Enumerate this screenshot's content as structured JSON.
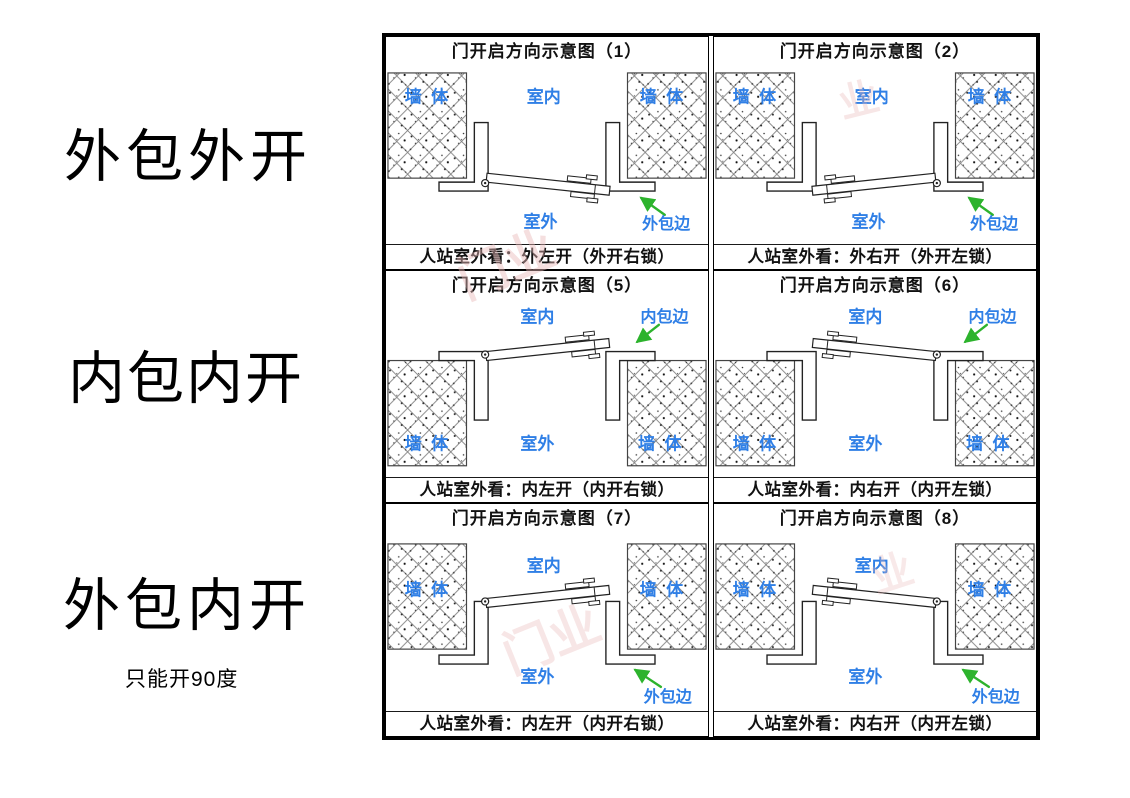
{
  "side_labels": [
    {
      "text": "外包外开",
      "note": ""
    },
    {
      "text": "内包内开",
      "note": ""
    },
    {
      "text": "外包内开",
      "note": "只能开90度"
    }
  ],
  "labels_common": {
    "wall": "墙体",
    "indoor": "室内",
    "outdoor": "室外"
  },
  "panels": [
    {
      "id": "1",
      "title": "门开启方向示意图（1）",
      "caption": "人站室外看：外左开（外开右锁）",
      "edge": "外包边",
      "wall_left": "墙体",
      "wall_right": "墙体",
      "indoor": "室内",
      "outdoor": "室外"
    },
    {
      "id": "2",
      "title": "门开启方向示意图（2）",
      "caption": "人站室外看：外右开（外开左锁）",
      "edge": "外包边",
      "wall_left": "墙体",
      "wall_right": "墙体",
      "indoor": "室内",
      "outdoor": "室外"
    },
    {
      "id": "5",
      "title": "门开启方向示意图（5）",
      "caption": "人站室外看：内左开（内开右锁）",
      "edge": "内包边",
      "wall_left": "墙体",
      "wall_right": "墙体",
      "indoor": "室内",
      "outdoor": "室外"
    },
    {
      "id": "6",
      "title": "门开启方向示意图（6）",
      "caption": "人站室外看：内右开（内开左锁）",
      "edge": "内包边",
      "wall_left": "墙体",
      "wall_right": "墙体",
      "indoor": "室内",
      "outdoor": "室外"
    },
    {
      "id": "7",
      "title": "门开启方向示意图（7）",
      "caption": "人站室外看：内左开（内开右锁）",
      "edge": "外包边",
      "wall_left": "墙体",
      "wall_right": "墙体",
      "indoor": "室内",
      "outdoor": "室外"
    },
    {
      "id": "8",
      "title": "门开启方向示意图（8）",
      "caption": "人站室外看：内右开（内开左锁）",
      "edge": "外包边",
      "wall_left": "墙体",
      "wall_right": "墙体",
      "indoor": "室内",
      "outdoor": "室外"
    }
  ],
  "watermark": {
    "text": "门业",
    "char": "业"
  },
  "colors": {
    "label_blue": "#2f7fe6",
    "arrow_green": "#2db32d",
    "line_black": "#1a1a1a",
    "watermark_pink": "#e9b9b9"
  }
}
